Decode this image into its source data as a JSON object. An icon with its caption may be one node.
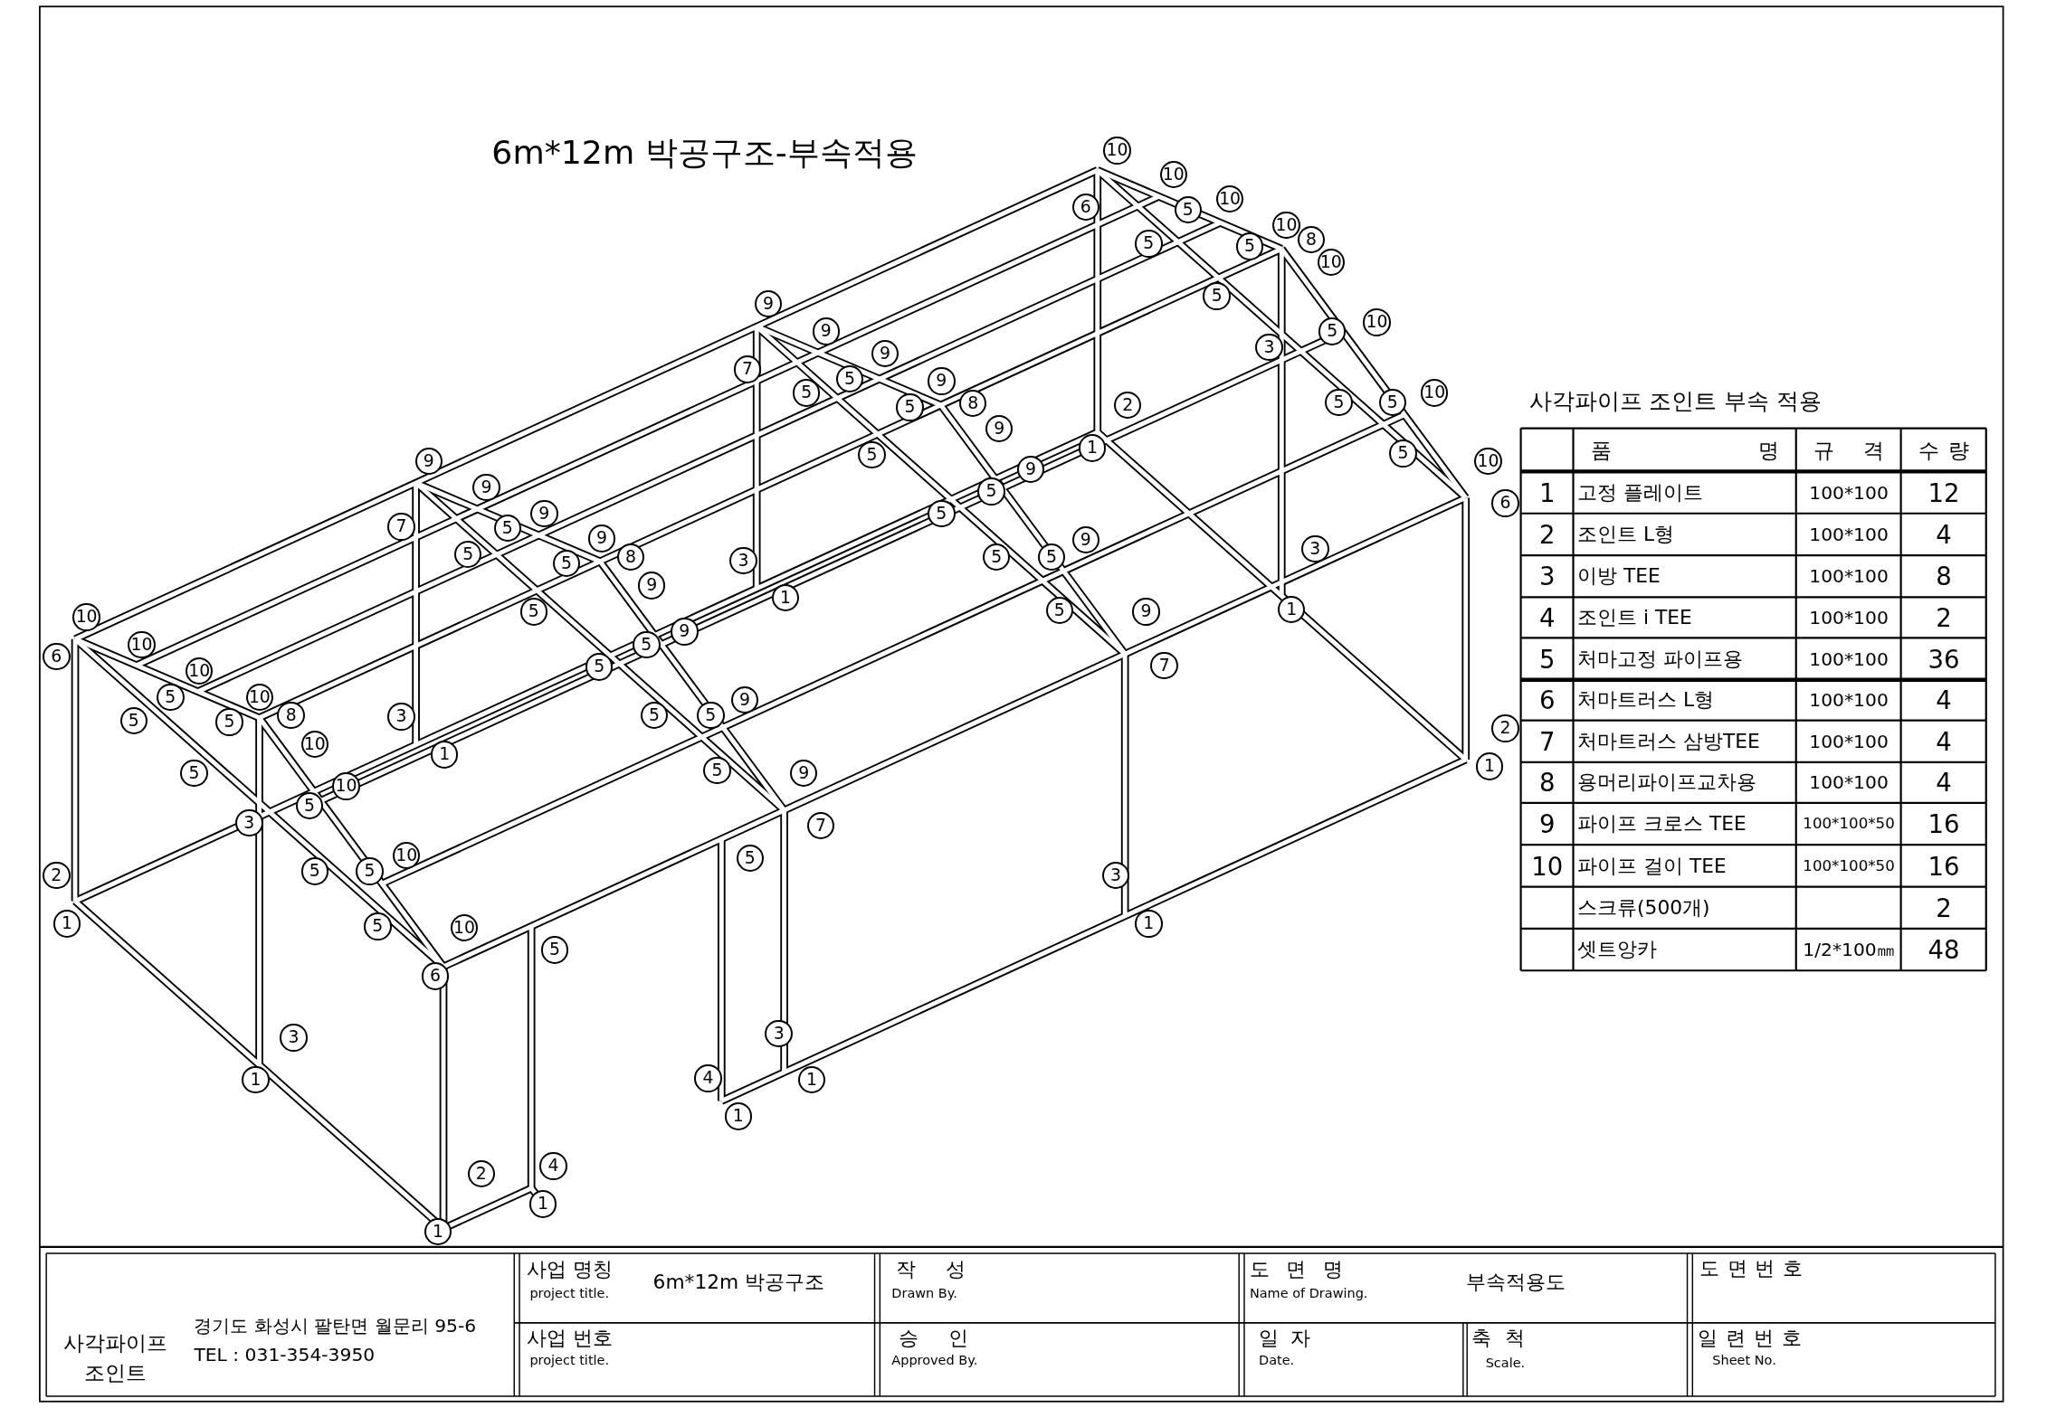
{
  "diagram": {
    "title": "6m*12m 박공구조-부속적용",
    "labels": [
      "10",
      "10",
      "6",
      "5",
      "10",
      "5",
      "10",
      "5",
      "8",
      "10",
      "5",
      "3",
      "5",
      "10",
      "5",
      "5",
      "10",
      "2",
      "1",
      "5",
      "10",
      "6",
      "3",
      "1",
      "2",
      "1",
      "9",
      "9",
      "9",
      "7",
      "5",
      "9",
      "5",
      "5",
      "8",
      "9",
      "5",
      "9",
      "5",
      "5",
      "9",
      "3",
      "5",
      "5",
      "1",
      "5",
      "9",
      "7",
      "3",
      "1",
      "9",
      "9",
      "9",
      "7",
      "5",
      "9",
      "5",
      "8",
      "5",
      "9",
      "5",
      "9",
      "5",
      "5",
      "9",
      "3",
      "5",
      "5",
      "1",
      "5",
      "9",
      "7",
      "5",
      "3",
      "4",
      "1",
      "1",
      "10",
      "10",
      "6",
      "10",
      "5",
      "10",
      "8",
      "5",
      "5",
      "10",
      "5",
      "10",
      "5",
      "3",
      "10",
      "2",
      "5",
      "5",
      "1",
      "5",
      "10",
      "5",
      "6",
      "3",
      "1",
      "4",
      "2",
      "1",
      "1",
      "사각파이프 조인트 부속 적용",
      "품 명",
      "규 격",
      "수 량",
      "1",
      "고정 플레이트",
      "100*100",
      "12",
      "2",
      "조인트 L형",
      "100*100",
      "4",
      "3",
      "이방 TEE",
      "100*100",
      "8",
      "4",
      "조인트 i TEE",
      "100*100",
      "2",
      "5",
      "처마고정 파이프용",
      "100*100",
      "36",
      "6",
      "처마트러스 L형",
      "100*100",
      "4",
      "7",
      "처마트러스 삼방TEE",
      "100*100",
      "4",
      "8",
      "용머리파이프교차용",
      "100*100",
      "4",
      "9",
      "파이프 크로스 TEE",
      "100*100*50",
      "16",
      "10",
      "파이프 걸이 TEE",
      "100*100*50",
      "16",
      "스크류(500개)",
      "2",
      "셋트앙카",
      "1/2*100㎜",
      "48",
      "사각파이프 조인트",
      "경기도 화성시 팔탄면 월문리 95-6",
      "TEL : 031-354-3950",
      "사업 명칭",
      "project title.",
      "6m*12m 박공구조",
      "작 성",
      "Drawn By.",
      "도 면 명",
      "Name of Drawing.",
      "부속적용도",
      "도면번호",
      "사업 번호",
      "project title.",
      "승 인",
      "Approved By.",
      "일 자",
      "Date.",
      "축 척",
      "Scale.",
      "일련번호",
      "Sheet No."
    ]
  }
}
